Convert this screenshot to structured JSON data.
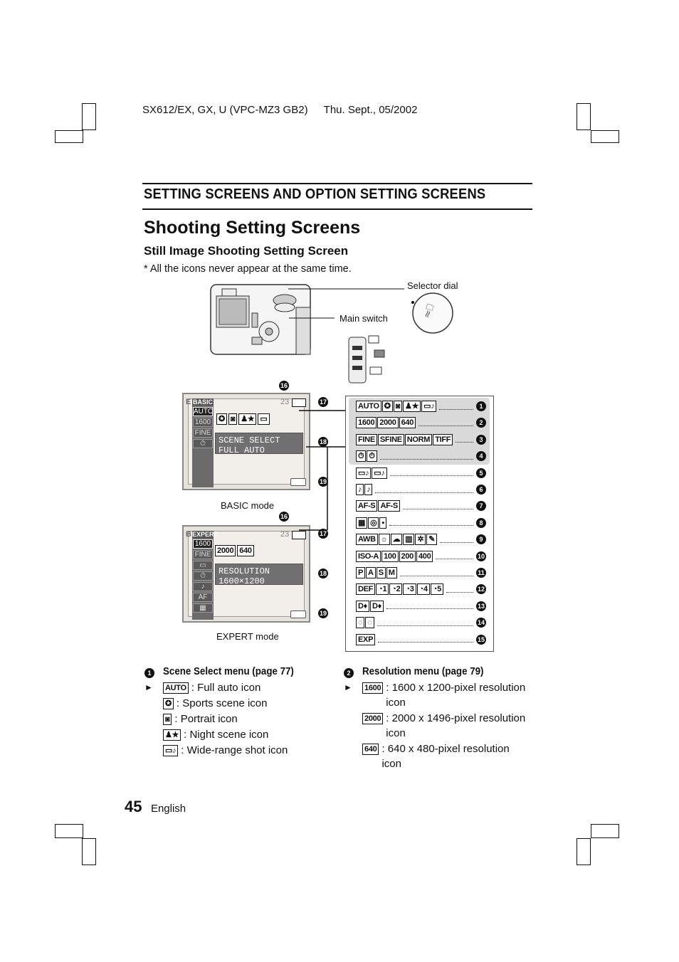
{
  "header": {
    "doc_id": "SX612/EX, GX, U (VPC-MZ3 GB2)",
    "date": "Thu. Sept., 05/2002"
  },
  "section_title": "SETTING SCREENS AND OPTION SETTING SCREENS",
  "heading": "Shooting Setting Screens",
  "subheading": "Still Image Shooting Setting Screen",
  "note": "*  All the icons never appear at the same time.",
  "camera": {
    "selector_dial": "Selector dial",
    "main_switch": "Main switch"
  },
  "basic_screen": {
    "mode_tag": "BASIC",
    "letter": "E",
    "count": "23",
    "side_icons": [
      "AUTO",
      "1600",
      "FINE",
      "⏱"
    ],
    "row_icons": [
      "✪",
      "◙",
      "♟★",
      "▭"
    ],
    "menu_line1": "SCENE SELECT",
    "menu_line2": "FULL AUTO",
    "caption": "BASIC mode"
  },
  "expert_screen": {
    "mode_tag": "EXPERT",
    "letter": "B",
    "count": "23",
    "side_icons": [
      "1600",
      "FINE",
      "▭",
      "⏱",
      "♪",
      "AF",
      "▦"
    ],
    "row_icons": [
      "2000",
      "640"
    ],
    "menu_line1": "RESOLUTION",
    "menu_line2": "1600×1200",
    "caption": "EXPERT mode"
  },
  "callouts": [
    "16",
    "17",
    "18",
    "19"
  ],
  "icon_list": [
    {
      "num": "1",
      "icons": [
        "AUTO",
        "✪",
        "◙",
        "♟★",
        "▭♪"
      ]
    },
    {
      "num": "2",
      "icons": [
        "1600",
        "2000",
        "640"
      ]
    },
    {
      "num": "3",
      "icons": [
        "FINE",
        "SFINE",
        "NORM",
        "TIFF"
      ]
    },
    {
      "num": "4",
      "icons": [
        "⏱",
        "⏱"
      ]
    },
    {
      "num": "5",
      "icons": [
        "▭♪",
        "▭♪"
      ]
    },
    {
      "num": "6",
      "icons": [
        "♪",
        "♪"
      ]
    },
    {
      "num": "7",
      "icons": [
        "AF-S",
        "AF-S"
      ]
    },
    {
      "num": "8",
      "icons": [
        "▦",
        "◎",
        "▪"
      ]
    },
    {
      "num": "9",
      "icons": [
        "AWB",
        "☼",
        "☁",
        "▥",
        "✲",
        "✎"
      ]
    },
    {
      "num": "10",
      "icons": [
        "ISO-A",
        "100",
        "200",
        "400"
      ]
    },
    {
      "num": "11",
      "icons": [
        "P",
        "A",
        "S",
        "M"
      ]
    },
    {
      "num": "12",
      "icons": [
        "DEF",
        "◔1",
        "◔2",
        "◔3",
        "◔4",
        "◔5"
      ]
    },
    {
      "num": "13",
      "icons": [
        "D♦",
        "D♦"
      ]
    },
    {
      "num": "14",
      "icons": [
        "◌",
        "◌"
      ]
    },
    {
      "num": "15",
      "icons": [
        "EXP"
      ]
    }
  ],
  "desc1": {
    "num": "1",
    "title": "Scene Select menu (page 77)",
    "items": [
      {
        "icon": "AUTO",
        "text": ": Full auto icon"
      },
      {
        "icon": "✪",
        "text": ": Sports scene icon"
      },
      {
        "icon": "◙",
        "text": ": Portrait icon"
      },
      {
        "icon": "♟★",
        "text": ": Night scene icon"
      },
      {
        "icon": "▭♪",
        "text": ": Wide-range shot icon"
      }
    ]
  },
  "desc2": {
    "num": "2",
    "title": "Resolution menu (page 79)",
    "items": [
      {
        "icon": "1600",
        "text": ": 1600 x 1200-pixel resolution icon"
      },
      {
        "icon": "2000",
        "text": ": 2000 x 1496-pixel resolution icon"
      },
      {
        "icon": "640",
        "text": ": 640 x 480-pixel resolution icon"
      }
    ]
  },
  "footer": {
    "page": "45",
    "lang": "English"
  }
}
